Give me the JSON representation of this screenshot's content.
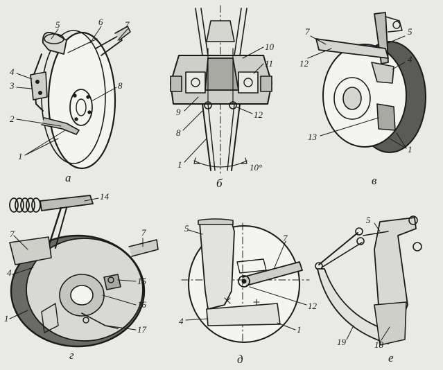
{
  "panels": {
    "a": {
      "caption": "а",
      "labels": {
        "l1": "1",
        "l2": "2",
        "l3": "3",
        "l4": "4",
        "l5": "5",
        "l6": "6",
        "l7": "7",
        "l8": "8"
      }
    },
    "b": {
      "caption": "б",
      "labels": {
        "l1": "1",
        "l8": "8",
        "l9": "9",
        "l10": "10",
        "l11": "11",
        "l12": "12",
        "angle": "10°"
      }
    },
    "c": {
      "caption": "в",
      "labels": {
        "l1": "1",
        "l4": "4",
        "l5": "5",
        "l7": "7",
        "l12": "12",
        "l13": "13"
      }
    },
    "d": {
      "caption": "г",
      "labels": {
        "l1": "1",
        "l4": "4",
        "l7a": "7",
        "l7b": "7",
        "l14": "14",
        "l15": "15",
        "l16": "16",
        "l17": "17"
      }
    },
    "e": {
      "caption": "д",
      "labels": {
        "l1": "1",
        "l4": "4",
        "l5": "5",
        "l7": "7",
        "l12": "12"
      }
    },
    "f": {
      "caption": "е",
      "labels": {
        "l5": "5",
        "l18": "18",
        "l19": "19"
      }
    }
  }
}
